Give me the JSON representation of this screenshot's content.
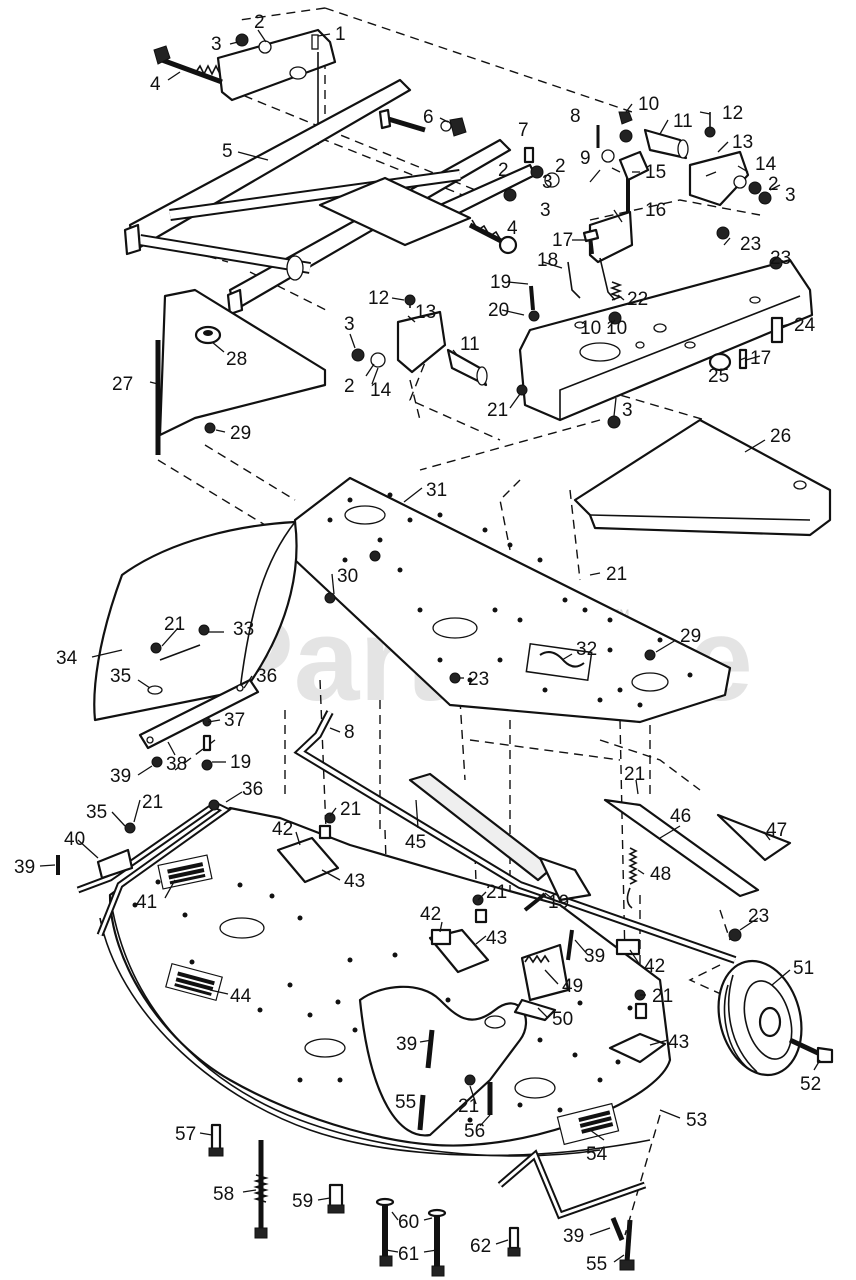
{
  "watermark": {
    "text": "PartsTree",
    "mark": "TM"
  },
  "callouts": [
    "1",
    "2",
    "3",
    "4",
    "2",
    "3",
    "5",
    "6",
    "7",
    "2",
    "3",
    "4",
    "8",
    "10",
    "9",
    "11",
    "15",
    "10",
    "12",
    "13",
    "14",
    "2",
    "3",
    "16",
    "17",
    "18",
    "19",
    "20",
    "22",
    "23",
    "23",
    "10",
    "24",
    "25",
    "17",
    "12",
    "3",
    "2",
    "13",
    "11",
    "14",
    "21",
    "27",
    "28",
    "3",
    "29",
    "26",
    "31",
    "30",
    "21",
    "29",
    "32",
    "21",
    "33",
    "23",
    "34",
    "35",
    "36",
    "37",
    "38",
    "19",
    "8",
    "39",
    "36",
    "21",
    "35",
    "40",
    "39",
    "41",
    "42",
    "43",
    "21",
    "45",
    "46",
    "47",
    "21",
    "48",
    "19",
    "21",
    "42",
    "43",
    "23",
    "39",
    "42",
    "51",
    "49",
    "50",
    "44",
    "21",
    "43",
    "52",
    "39",
    "55",
    "21",
    "56",
    "53",
    "54",
    "57",
    "58",
    "59",
    "60",
    "61",
    "62",
    "39",
    "55"
  ]
}
